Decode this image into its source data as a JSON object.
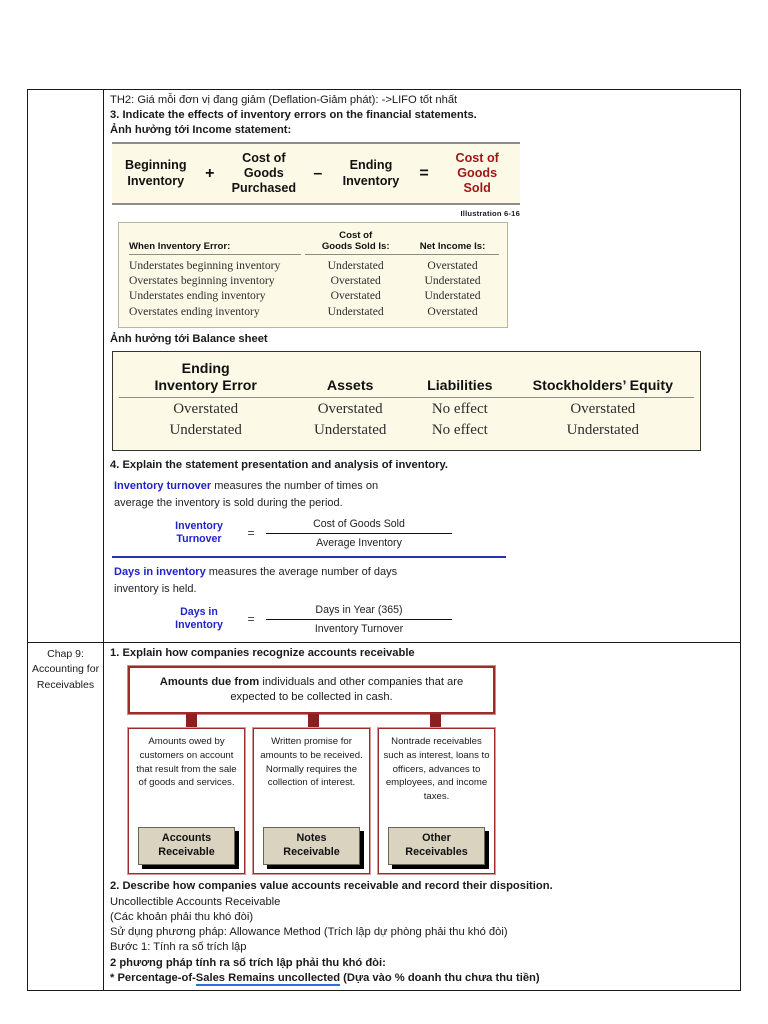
{
  "document": {
    "top_section": {
      "lines": [
        {
          "text": "TH2: Giá mỗi đơn vị đang giảm (Deflation-Giảm phát): ->LIFO tốt nhất",
          "bold": false
        },
        {
          "text": "3. Indicate the effects of inventory errors on the financial statements.",
          "bold": true
        },
        {
          "text": "Ảnh hưởng tới Income statement:",
          "bold": true
        }
      ],
      "cogs_formula": {
        "terms": [
          "Beginning Inventory",
          "Cost of Goods Purchased",
          "Ending Inventory",
          "Cost of Goods Sold"
        ],
        "term1_l1": "Beginning",
        "term1_l2": "Inventory",
        "term2_l1": "Cost of",
        "term2_l2": "Goods",
        "term2_l3": "Purchased",
        "term3_l1": "Ending",
        "term3_l2": "Inventory",
        "term4_l1": "Cost of",
        "term4_l2": "Goods",
        "term4_l3": "Sold",
        "op_plus": "+",
        "op_minus": "–",
        "op_equals": "=",
        "caption": "Illustration 6-16",
        "result_color": "#9c1616",
        "background": "#fdf9e7"
      },
      "error_table": {
        "headers": [
          "When Inventory Error:",
          "Cost of Goods Sold Is:",
          "Net Income Is:"
        ],
        "header_col2_l1": "Cost of",
        "header_col2_l2": "Goods Sold Is:",
        "rows": [
          [
            "Understates beginning inventory",
            "Understated",
            "Overstated"
          ],
          [
            "Overstates beginning inventory",
            "Overstated",
            "Understated"
          ],
          [
            "Understates ending inventory",
            "Overstated",
            "Understated"
          ],
          [
            "Overstates ending inventory",
            "Understated",
            "Overstated"
          ]
        ]
      },
      "balance_sheet_label": "Ảnh hưởng tới Balance sheet",
      "balance_sheet_table": {
        "headers": [
          "Ending Inventory Error",
          "Assets",
          "Liabilities",
          "Stockholders’ Equity"
        ],
        "header_col1_l1": "Ending",
        "header_col1_l2": "Inventory Error",
        "rows": [
          [
            "Overstated",
            "Overstated",
            "No effect",
            "Overstated"
          ],
          [
            "Understated",
            "Understated",
            "No effect",
            "Understated"
          ]
        ]
      },
      "objective4": "4. Explain the statement presentation and analysis of inventory.",
      "inventory_turnover": {
        "term": "Inventory turnover",
        "desc_l1": " measures the number of times on",
        "desc_l2": "average the inventory is sold during the period.",
        "name_l1": "Inventory",
        "name_l2": "Turnover",
        "equals": "=",
        "numerator": "Cost of Goods Sold",
        "denominator": "Average Inventory"
      },
      "days_in_inventory": {
        "term": "Days in inventory",
        "desc_l1": " measures the average number of days",
        "desc_l2": "inventory is held.",
        "name_l1": "Days in",
        "name_l2": "Inventory",
        "equals": "=",
        "numerator": "Days in Year (365)",
        "denominator": "Inventory Turnover"
      }
    },
    "chapter9": {
      "label_l1": "Chap 9:",
      "label_l2": "Accounting for",
      "label_l3": "Receivables",
      "objective1": "1. Explain how companies recognize accounts receivable",
      "diagram": {
        "top_bold": "Amounts due from",
        "top_rest": " individuals and other companies that are",
        "top_line2": "expected to be collected in cash.",
        "boxes": [
          {
            "text": "Amounts owed by customers on account that result from the sale of goods and services.",
            "button_l1": "Accounts",
            "button_l2": "Receivable"
          },
          {
            "text": "Written promise for amounts to be received. Normally requires the collection of interest.",
            "button_l1": "Notes",
            "button_l2": "Receivable"
          },
          {
            "text": "Nontrade receivables such as interest, loans to officers, advances to employees, and income taxes.",
            "button_l1": "Other",
            "button_l2": "Receivables"
          }
        ],
        "accent_color": "#9e2a2a",
        "button_color": "#d9d3c0"
      },
      "bottom_lines": [
        {
          "text": "2. Describe how companies value accounts receivable and record their disposition.",
          "bold": true
        },
        {
          "text": "Uncollectible Accounts Receivable",
          "bold": false
        },
        {
          "text": "(Các khoản phải thu khó đòi)",
          "bold": false
        },
        {
          "text": "Sử dụng phương pháp: Allowance Method (Trích lập dự phòng phải thu khó đòi)",
          "bold": false
        },
        {
          "text": "Bước 1: Tính ra số trích lập",
          "bold": false
        },
        {
          "text": "2 phương pháp tính ra số trích lập phải thu khó đòi:",
          "bold": true
        }
      ],
      "last_line": {
        "prefix": "* Percentage-of-",
        "underlined": "Sales Remains uncollected",
        "suffix": " (Dựa vào % doanh thu chưa thu tiền)",
        "underline_color": "#2f6fe0"
      }
    }
  }
}
